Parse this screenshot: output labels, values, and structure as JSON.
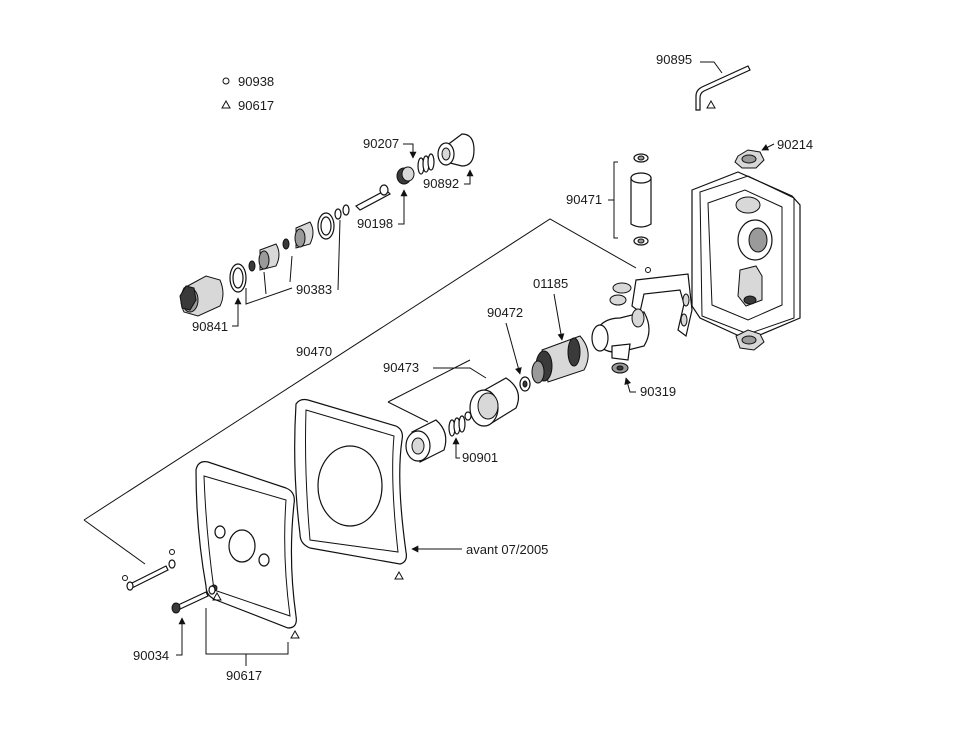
{
  "legend": {
    "circle_code": "90938",
    "triangle_code": "90617"
  },
  "labels": {
    "p90895": "90895",
    "p90214": "90214",
    "p90207": "90207",
    "p90892": "90892",
    "p90198": "90198",
    "p90471": "90471",
    "p90383": "90383",
    "p90841": "90841",
    "p01185": "01185",
    "p90472": "90472",
    "p90470": "90470",
    "p90473": "90473",
    "p90319": "90319",
    "p90901": "90901",
    "avant": "avant 07/2005",
    "p90034": "90034",
    "p90617_bottom": "90617"
  },
  "icons": [
    "circle-marker-icon",
    "triangle-marker-icon",
    "arrow-icon"
  ]
}
